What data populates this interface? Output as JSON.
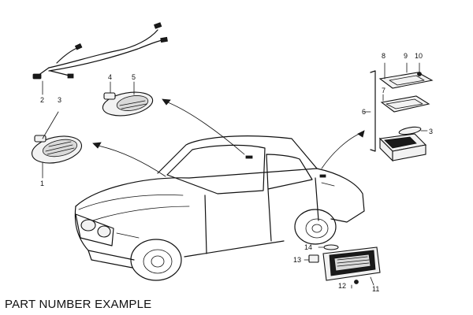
{
  "caption": "PART NUMBER EXAMPLE",
  "callouts": {
    "c1": "1",
    "c2": "2",
    "c3a": "3",
    "c3b": "3",
    "c4": "4",
    "c5": "5",
    "c6": "6",
    "c7": "7",
    "c8": "8",
    "c9": "9",
    "c10": "10",
    "c11": "11",
    "c12": "12",
    "c13": "13",
    "c14": "14"
  }
}
